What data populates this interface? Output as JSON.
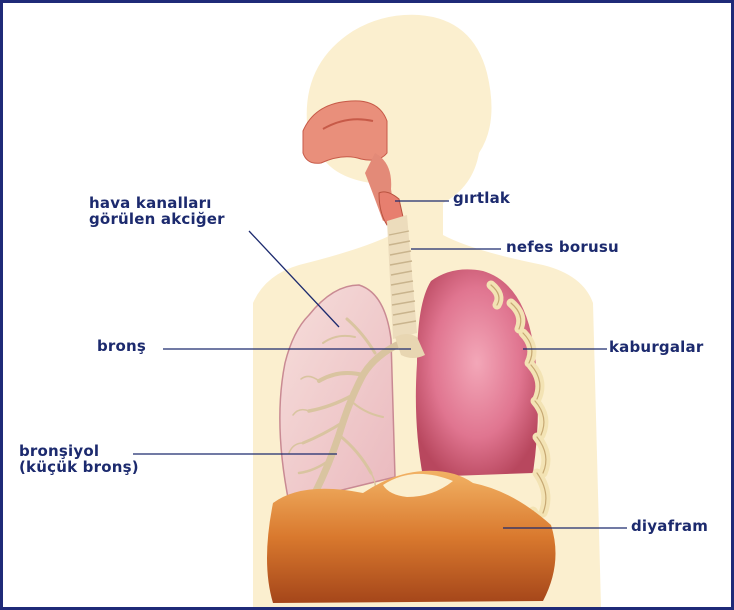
{
  "labels": {
    "larynx": "gırtlak",
    "trachea": "nefes borusu",
    "lung_airways": [
      "hava kanalları",
      "görülen akciğer"
    ],
    "bronchus": "bronş",
    "ribs": "kaburgalar",
    "bronchiole": [
      "bronşiyol",
      "(küçük bronş)"
    ],
    "diaphragm": "diyafram"
  },
  "colors": {
    "frame": "#1f2a78",
    "label_text": "#1c2a6e",
    "leader_line": "#1c2a6e",
    "body_silhouette": "#fbefcf",
    "lung_tissue": "#e9b3b8",
    "lung_cutaway": "#f4d8d2",
    "lung_outer": "#d85a72",
    "trachea": "#e8d9b8",
    "diaphragm": "#d8782a"
  }
}
